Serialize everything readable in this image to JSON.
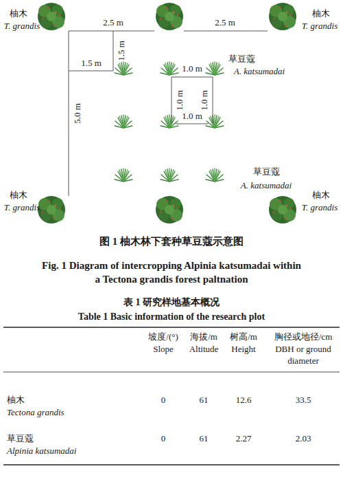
{
  "diagram": {
    "caption": "图 1 柚木林下套种草豆蔻示意图",
    "labels": [
      "柚木",
      "T. grandis",
      "2.5 m",
      "2.5 m",
      "柚木",
      "T. grandis",
      "1.5 m",
      "1.5 m",
      "草豆蔻",
      "A. katsumadai",
      "1.0 m",
      "1.0 m",
      "1.0 m",
      "1.0 m",
      "5.0 m",
      "草豆蔻",
      "A. katsumadai",
      "柚木",
      "T. grandis",
      "柚木",
      "T. grandis",
      "Fig. 1 Diagram of intercropping Alpinia katsumadai within a Tectona grandis forest paltnation",
      "表 1 研究样地基本概况",
      "Table 1 Basic information of the research plot",
      "坡度/(°)",
      "Slope",
      "海拔/m",
      "Altitude",
      "树高/m",
      "Height",
      "胸径或地径/cm",
      "DBH or ground diameter",
      "柚木",
      "Tectona grandis",
      "0",
      "61",
      "12.6",
      "33.5",
      "草豆蔻",
      "Alpinia katsumadai",
      "0",
      "61",
      "2.27",
      "2.03"
    ]
  }
}
